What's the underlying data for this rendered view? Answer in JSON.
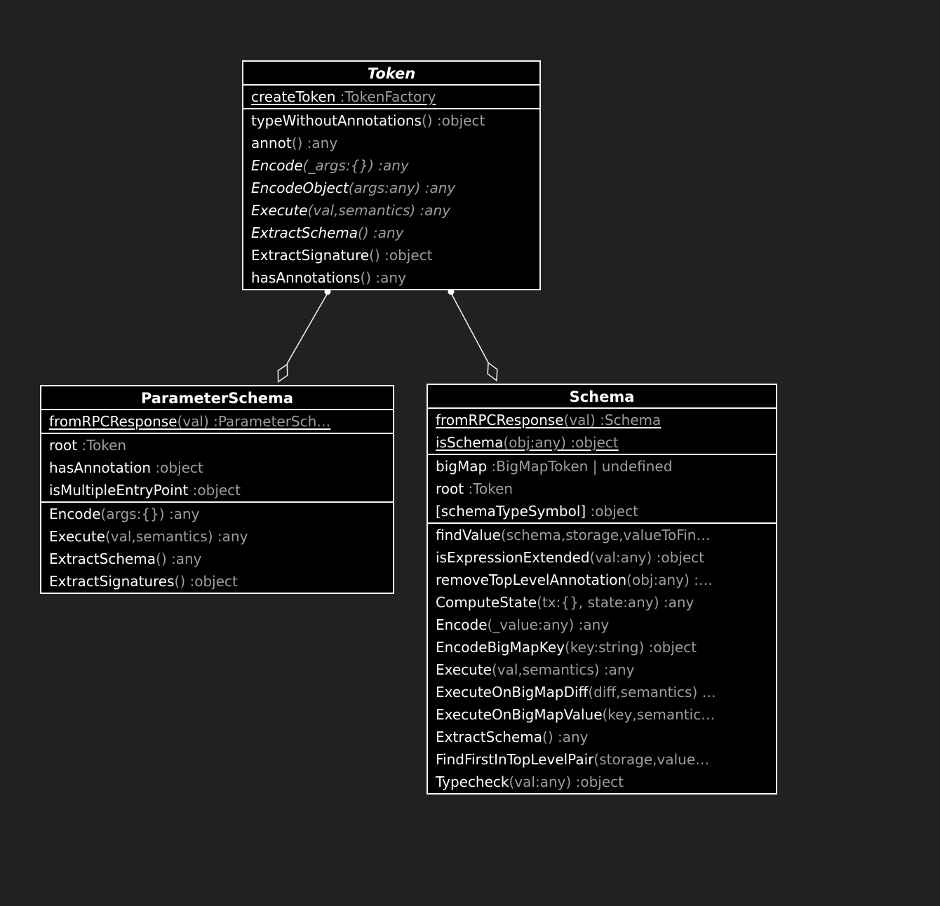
{
  "diagram": {
    "colors": {
      "background": "#212121",
      "class_fill": "#000000",
      "border": "#f5f5f5",
      "member_name": "#ffffff",
      "member_type": "#9e9e9e"
    },
    "classes": [
      {
        "title": "Token",
        "abstract": true,
        "sections": [
          [
            {
              "name": "createToken",
              "sig": " :TokenFactory",
              "static": true
            }
          ],
          [
            {
              "name": "typeWithoutAnnotations",
              "sig": "() :object"
            },
            {
              "name": "annot",
              "sig": "() :any"
            },
            {
              "name": "Encode",
              "sig": "(_args:{}) :any",
              "abstract": true
            },
            {
              "name": "EncodeObject",
              "sig": "(args:any) :any",
              "abstract": true
            },
            {
              "name": "Execute",
              "sig": "(val,semantics) :any",
              "abstract": true
            },
            {
              "name": "ExtractSchema",
              "sig": "() :any",
              "abstract": true
            },
            {
              "name": "ExtractSignature",
              "sig": "() :object"
            },
            {
              "name": "hasAnnotations",
              "sig": "() :any"
            }
          ]
        ]
      },
      {
        "title": "ParameterSchema",
        "abstract": false,
        "sections": [
          [
            {
              "name": "fromRPCResponse",
              "sig": "(val) :ParameterSch…",
              "static": true
            }
          ],
          [
            {
              "name": "root",
              "sig": " :Token"
            },
            {
              "name": "hasAnnotation",
              "sig": " :object"
            },
            {
              "name": "isMultipleEntryPoint",
              "sig": " :object"
            }
          ],
          [
            {
              "name": "Encode",
              "sig": "(args:{}) :any"
            },
            {
              "name": "Execute",
              "sig": "(val,semantics) :any"
            },
            {
              "name": "ExtractSchema",
              "sig": "() :any"
            },
            {
              "name": "ExtractSignatures",
              "sig": "() :object"
            }
          ]
        ]
      },
      {
        "title": "Schema",
        "abstract": false,
        "sections": [
          [
            {
              "name": "fromRPCResponse",
              "sig": "(val) :Schema",
              "static": true
            },
            {
              "name": "isSchema",
              "sig": "(obj:any) :object",
              "static": true
            }
          ],
          [
            {
              "name": "bigMap",
              "sig": " :BigMapToken | undefined"
            },
            {
              "name": "root",
              "sig": " :Token"
            },
            {
              "name": "[schemaTypeSymbol]",
              "sig": " :object"
            }
          ],
          [
            {
              "name": "findValue",
              "sig": "(schema,storage,valueToFin…"
            },
            {
              "name": "isExpressionExtended",
              "sig": "(val:any) :object"
            },
            {
              "name": "removeTopLevelAnnotation",
              "sig": "(obj:any) :…"
            },
            {
              "name": "ComputeState",
              "sig": "(tx:{}, state:any) :any"
            },
            {
              "name": "Encode",
              "sig": "(_value:any) :any"
            },
            {
              "name": "EncodeBigMapKey",
              "sig": "(key:string) :object"
            },
            {
              "name": "Execute",
              "sig": "(val,semantics) :any"
            },
            {
              "name": "ExecuteOnBigMapDiff",
              "sig": "(diff,semantics) …"
            },
            {
              "name": "ExecuteOnBigMapValue",
              "sig": "(key,semantic…"
            },
            {
              "name": "ExtractSchema",
              "sig": "() :any"
            },
            {
              "name": "FindFirstInTopLevelPair",
              "sig": "(storage,value…"
            },
            {
              "name": "Typecheck",
              "sig": "(val:any) :object"
            }
          ]
        ]
      }
    ],
    "relations": [
      {
        "from": "Token",
        "to": "ParameterSchema",
        "type": "aggregation"
      },
      {
        "from": "Token",
        "to": "Schema",
        "type": "aggregation"
      }
    ]
  }
}
